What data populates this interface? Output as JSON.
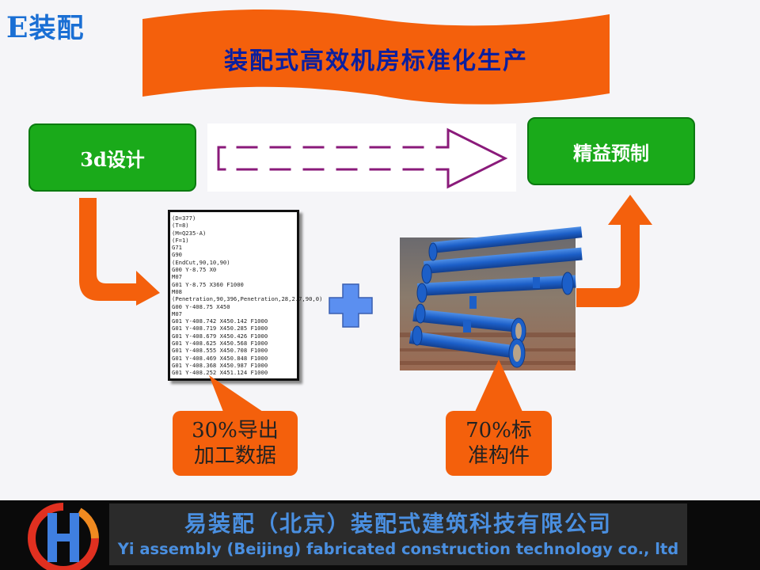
{
  "logo": {
    "e": "E",
    "text": "装配"
  },
  "title": "装配式高效机房标准化生产",
  "steps": {
    "design": "3d设计",
    "prefab": "精益预制"
  },
  "code_lines": [
    "(D=377)",
    "(T=8)",
    "(M=Q235-A)",
    "(F=1)",
    "G71",
    "G90",
    "(EndCut,90,10,90)",
    "G00 Y-8.75 X0",
    "M07",
    "G01 Y-8.75 X360 F1000",
    "M08",
    "(Penetration,90,396,Penetration,28,2.7,90,0)",
    "G00 Y-408.75 X450",
    "M07",
    "G01 Y-408.742 X450.142 F1000",
    "G01 Y-408.719 X450.285 F1000",
    "G01 Y-408.679 X450.426 F1000",
    "G01 Y-408.625 X450.568 F1000",
    "G01 Y-408.555 X450.708 F1000",
    "G01 Y-408.469 X450.848 F1000",
    "G01 Y-408.368 X450.987 F1000",
    "G01 Y-408.252 X451.124 F1000"
  ],
  "callouts": {
    "export_line1": "30%导出",
    "export_line2": "加工数据",
    "standard_line1": "70%标",
    "standard_line2": "准构件"
  },
  "footer": {
    "cn": "易装配（北京）装配式建筑科技有限公司",
    "en": "Yi assembly (Beijing) fabricated construction technology co., ltd"
  },
  "colors": {
    "green": "#1aaa1a",
    "orange": "#f4600c",
    "title_blue": "#0b1f9e",
    "plus_blue": "#5b8ff0",
    "arrow_purple": "#8a1a7a"
  }
}
